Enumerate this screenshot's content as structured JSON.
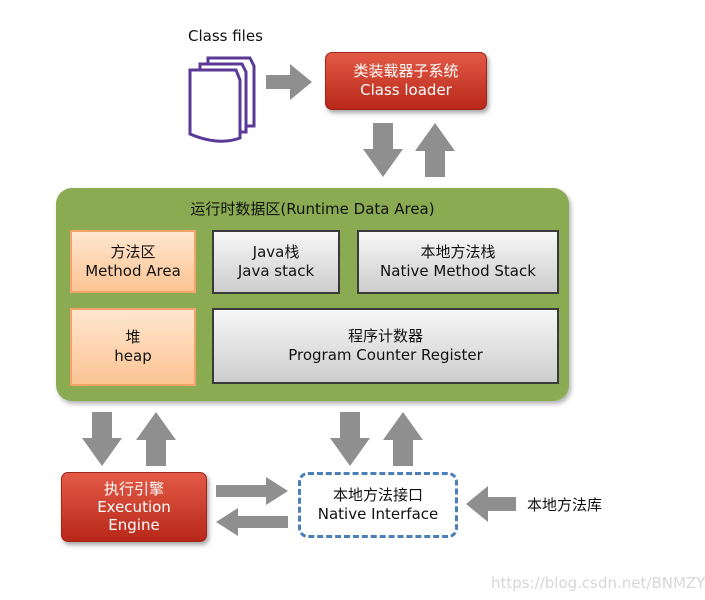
{
  "class_files": {
    "label": "Class files"
  },
  "class_loader": {
    "line1": "类装载器子系统",
    "line2": "Class loader"
  },
  "runtime": {
    "title": "运行时数据区(Runtime Data Area)",
    "method_area": {
      "line1": "方法区",
      "line2": "Method Area"
    },
    "java_stack": {
      "line1": "Java栈",
      "line2": "Java stack"
    },
    "native_stack": {
      "line1": "本地方法栈",
      "line2": "Native Method Stack"
    },
    "heap": {
      "line1": "堆",
      "line2": "heap"
    },
    "pc_register": {
      "line1": "程序计数器",
      "line2": "Program Counter Register"
    }
  },
  "execution_engine": {
    "line1": "执行引擎",
    "line2": "Execution",
    "line3": "Engine"
  },
  "native_interface": {
    "line1": "本地方法接口",
    "line2": "Native Interface"
  },
  "native_library": {
    "label": "本地方法库"
  },
  "watermark": "https://blog.csdn.net/BNMZY",
  "colors": {
    "red_box": "#c63a2a",
    "green_area": "#8aab52",
    "orange_box": "#fcd3ad",
    "gray_box": "#dedede",
    "arrow": "#8f8f8f",
    "dashed_border": "#4b7fb8",
    "document_outline": "#5a3a96"
  }
}
